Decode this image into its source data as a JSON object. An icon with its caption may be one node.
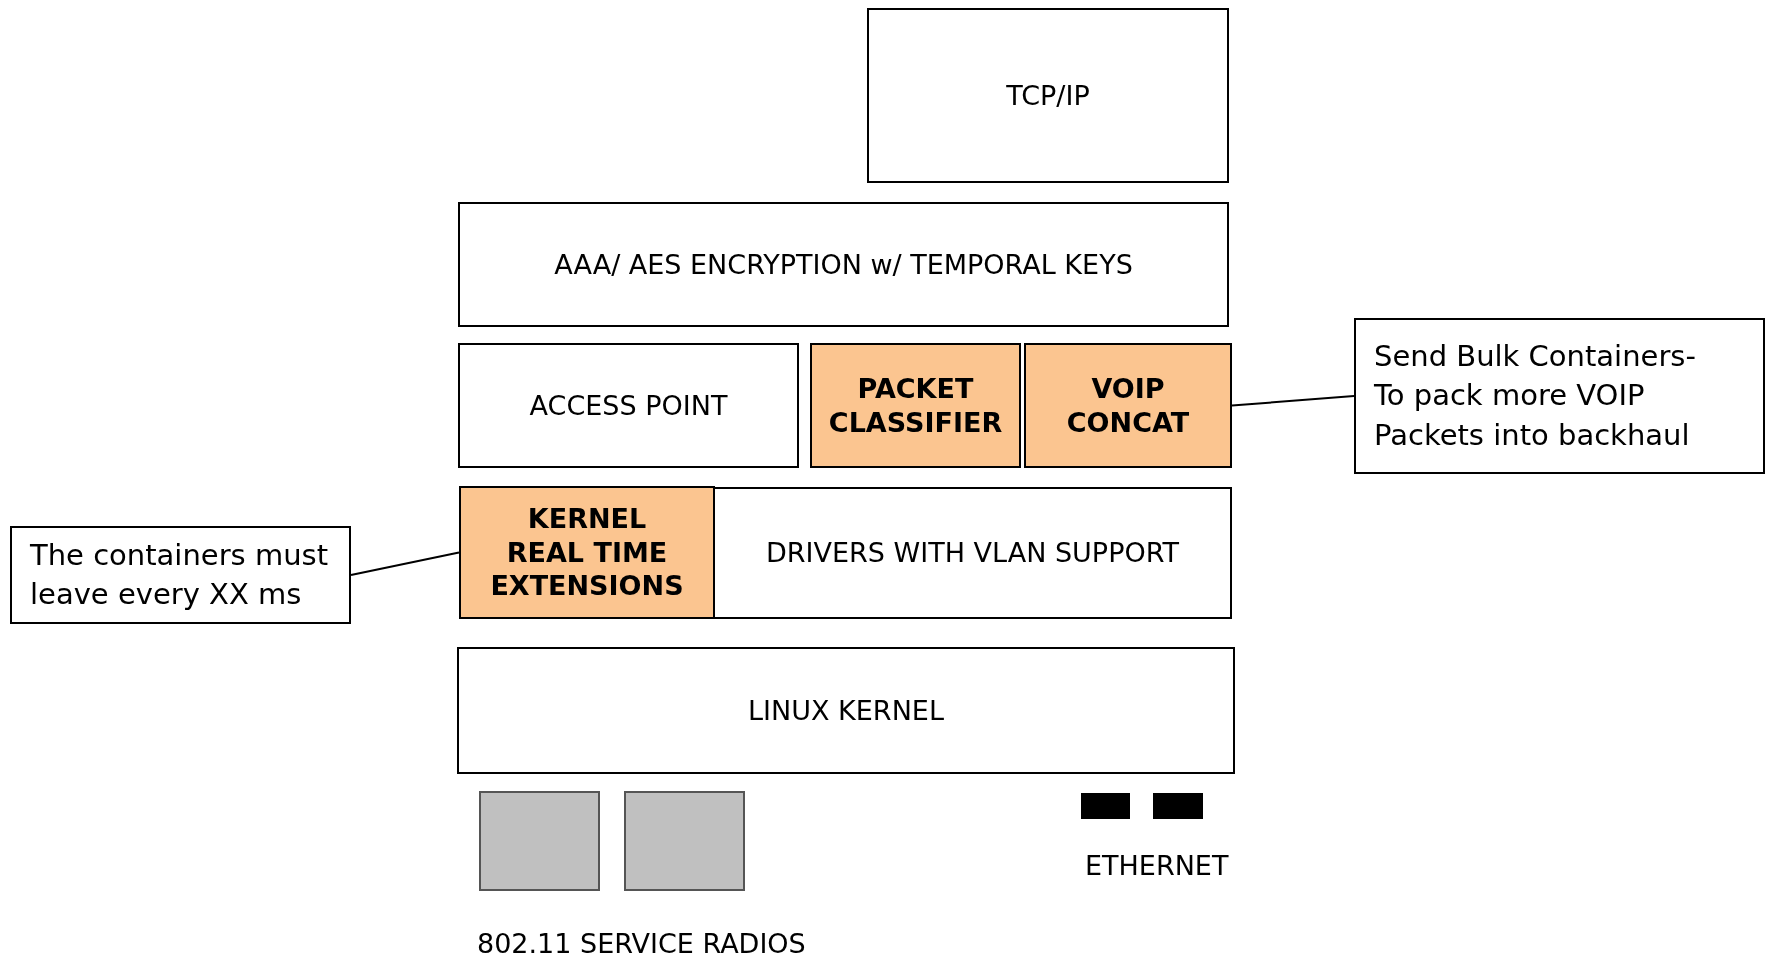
{
  "diagram": {
    "nodes": [
      {
        "text": [
          "TCP/IP"
        ]
      },
      {
        "text": [
          "AAA/ AES ENCRYPTION w/ TEMPORAL KEYS"
        ]
      },
      {
        "text": [
          "ACCESS POINT"
        ]
      },
      {
        "text": [
          "PACKET CLASSIFIER"
        ]
      },
      {
        "text": [
          "VOIP CONCAT"
        ]
      },
      {
        "text": [
          "Send Bulk Containers- To pack more VOIP Packets into backhaul"
        ]
      },
      {
        "text": [
          "The containers must leave every XX ms"
        ]
      },
      {
        "text": [
          "KERNEL REAL TIME EXTENSIONS"
        ]
      },
      {
        "text": [
          "DRIVERS WITH VLAN SUPPORT"
        ]
      },
      {
        "text": [
          "LINUX KERNEL"
        ]
      },
      {
        "text": [],
        "shape": "box"
      },
      {
        "text": [],
        "shape": "box"
      },
      {
        "text": [],
        "shape": "bar"
      },
      {
        "text": [],
        "shape": "bar"
      }
    ],
    "edges": [
      {
        "from": 5,
        "to": 4,
        "arrow": "none"
      },
      {
        "from": 6,
        "to": 7,
        "arrow": "none"
      }
    ],
    "labels": [
      "ETHERNET",
      "802.11 SERVICE RADIOS"
    ]
  }
}
